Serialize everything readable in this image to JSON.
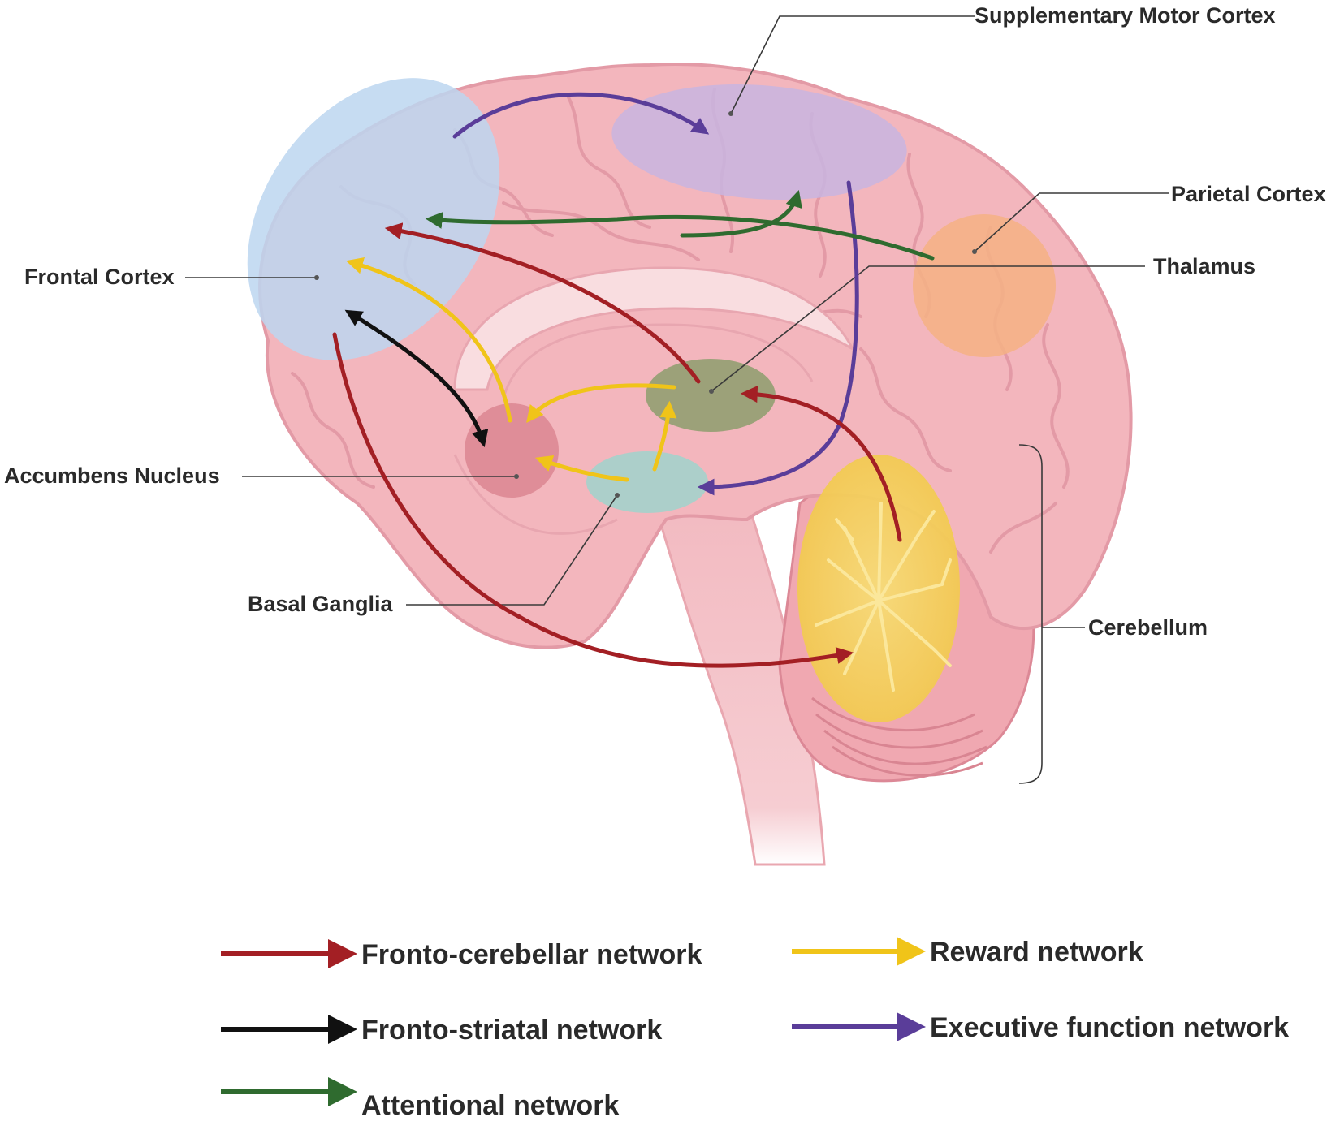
{
  "labels": {
    "supplementary_motor_cortex": "Supplementary Motor Cortex",
    "parietal_cortex": "Parietal Cortex",
    "thalamus": "Thalamus",
    "frontal_cortex": "Frontal Cortex",
    "accumbens_nucleus": "Accumbens Nucleus",
    "basal_ganglia": "Basal Ganglia",
    "cerebellum": "Cerebellum"
  },
  "legend": {
    "fronto_cerebellar": {
      "label": "Fronto-cerebellar network",
      "color": "#a31f24"
    },
    "fronto_striatal": {
      "label": "Fronto-striatal network",
      "color": "#111111"
    },
    "attentional": {
      "label": "Attentional network",
      "color": "#2f6b2f"
    },
    "reward": {
      "label": "Reward network",
      "color": "#f0c419"
    },
    "executive": {
      "label": "Executive function network",
      "color": "#5a3d99"
    }
  },
  "region_colors": {
    "frontal_cortex": "#bcd6f0",
    "supplementary_motor_cortex": "#c8b5e0",
    "parietal_cortex": "#f4b184",
    "thalamus": "#7f9a63",
    "accumbens_nucleus": "#d9838e",
    "basal_ganglia": "#9fd4cc",
    "cerebellum": "#f5d154"
  }
}
